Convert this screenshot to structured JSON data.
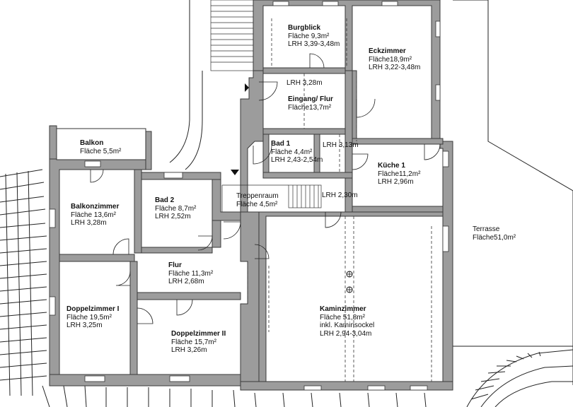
{
  "rooms": [
    {
      "id": "burgblick",
      "name": "Burgblick",
      "area": "Fläche 9,3m²",
      "height": "LRH 3,39-3,48m"
    },
    {
      "id": "eckzimmer",
      "name": "Eckzimmer",
      "area": "Fläche18,9m²",
      "height": "LRH 3,22-3,48m"
    },
    {
      "id": "eingang",
      "name": "Eingang/ Flur",
      "area": "Fläche13,7m²",
      "height": "LRH 3,28m"
    },
    {
      "id": "bad1",
      "name": "Bad 1",
      "area": "Fläche 4,4m²",
      "height": "LRH 2,43-2,54m"
    },
    {
      "id": "kueche1",
      "name": "Küche 1",
      "area": "Fläche11,2m²",
      "height": "LRH 2,96m"
    },
    {
      "id": "balkon",
      "name": "Balkon",
      "area": "Fläche 5,5m²",
      "height": ""
    },
    {
      "id": "bad2",
      "name": "Bad 2",
      "area": "Fläche 8,7m²",
      "height": "LRH 2,52m"
    },
    {
      "id": "balkonzimmer",
      "name": "Balkonzimmer",
      "area": "Fläche 13,6m²",
      "height": "LRH 3,28m"
    },
    {
      "id": "treppenraum",
      "name": "Treppenraum",
      "area": "Fläche 4,5m²",
      "height": ""
    },
    {
      "id": "flur",
      "name": "Flur",
      "area": "Fläche 11,3m²",
      "height": "LRH 2,68m"
    },
    {
      "id": "doppelzimmer1",
      "name": "Doppelzimmer I",
      "area": "Fläche 19,5m²",
      "height": "LRH 3,25m"
    },
    {
      "id": "doppelzimmer2",
      "name": "Doppelzimmer II",
      "area": "Fläche 15,7m²",
      "height": "LRH 3,26m"
    },
    {
      "id": "kaminzimmer",
      "name": "Kaminzimmer",
      "area": "Fläche 51,8m²",
      "height": "inkl. Kaminsockel",
      "extra": "LRH 2,94-3,04m"
    },
    {
      "id": "terrasse",
      "name": "Terrasse",
      "area": "Fläche51,0m²",
      "height": ""
    }
  ],
  "annotations": {
    "lrh_313": "LRH 3,13m",
    "lrh_230": "LRH 2,30m"
  }
}
